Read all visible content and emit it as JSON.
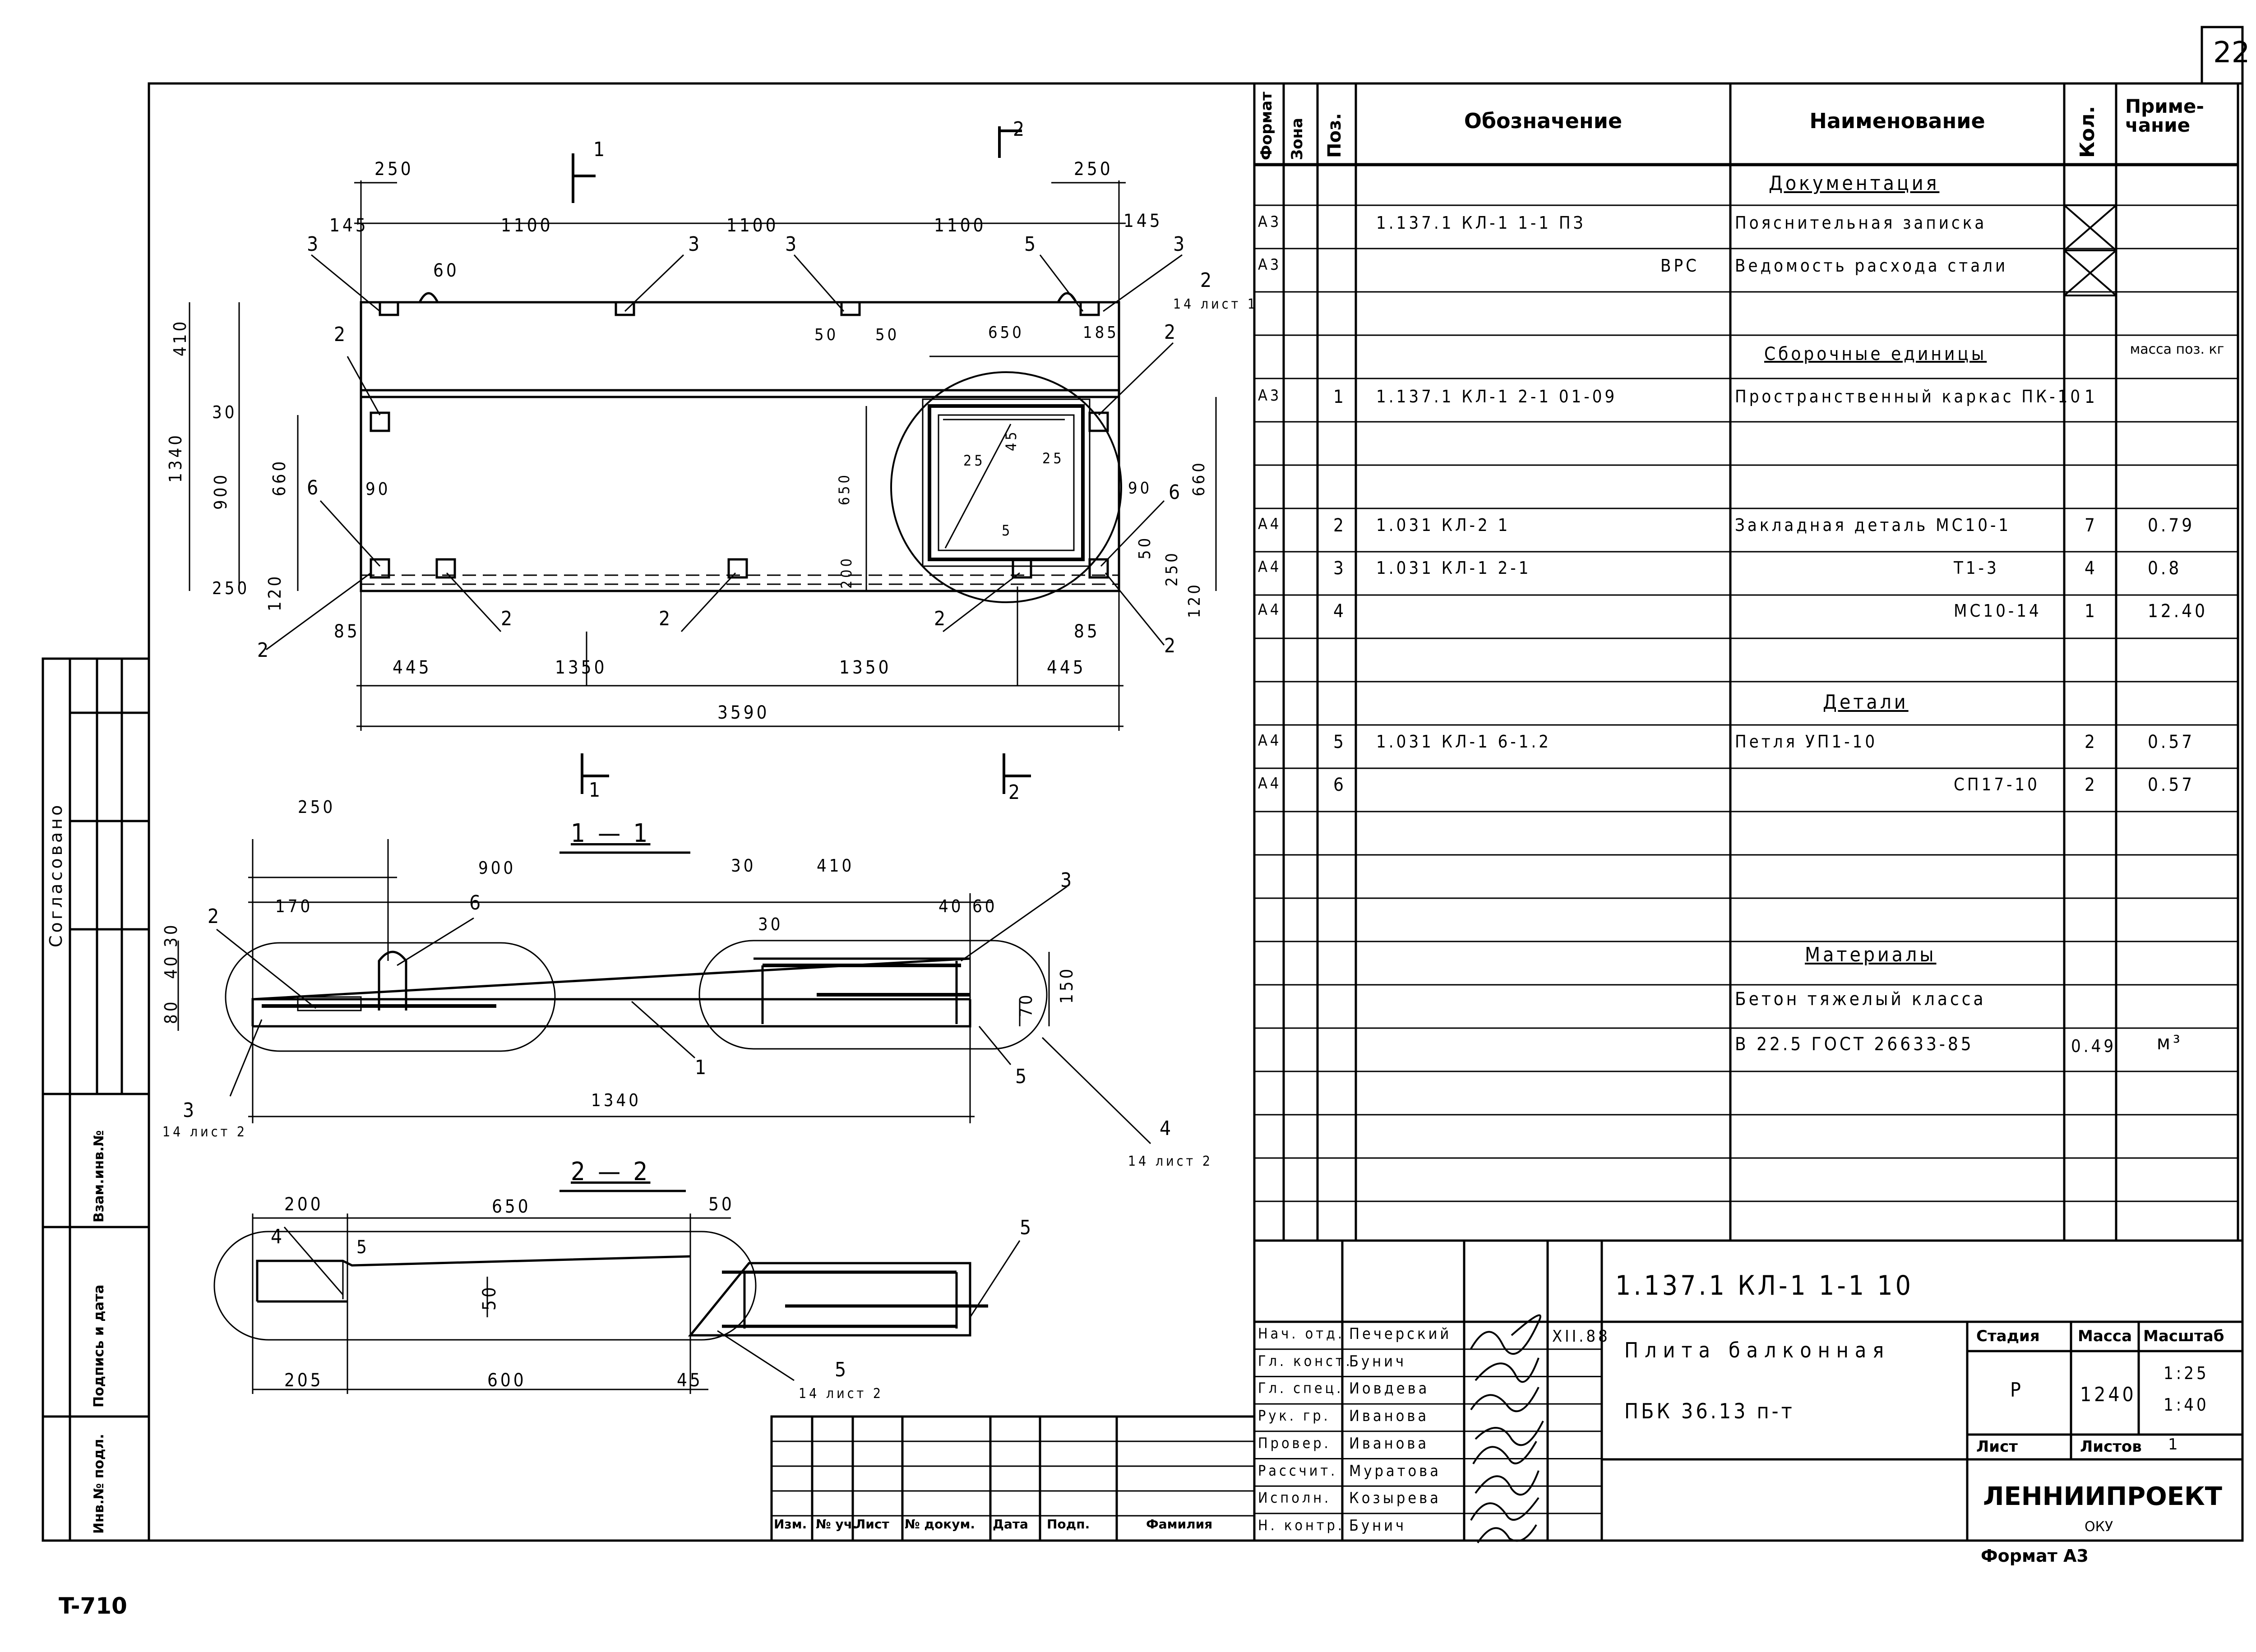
{
  "sheet_number": "22",
  "bottom_code": "T-710",
  "format_label": "Формат А3",
  "left_strip": {
    "agreed": "Согласовано",
    "inv_zam": "Взам.инв.№",
    "sign_date": "Подпись и дата",
    "inv_orig": "Инв.№ подл."
  },
  "spec": {
    "headers": {
      "format": "Формат",
      "zone": "Зона",
      "pos": "Поз.",
      "designation": "Обозначение",
      "name": "Наименование",
      "qty": "Кол.",
      "note": "Приме-чание"
    },
    "sections": {
      "documentation": "Документация",
      "assemblies": "Сборочные единицы",
      "details": "Детали",
      "materials": "Материалы"
    },
    "mass_note": "масса поз. кг",
    "rows": [
      {
        "format": "А3",
        "pos": "",
        "designation": "1.137.1  КЛ-1  1-1  ПЗ",
        "name": "Пояснительная записка",
        "qty": "",
        "note": ""
      },
      {
        "format": "А3",
        "pos": "",
        "designation": "ВРС",
        "name": "Ведомость расхода стали",
        "qty": "",
        "note": ""
      },
      {
        "format": "А3",
        "pos": "1",
        "designation": "1.137.1  КЛ-1  2-1  01-09",
        "name": "Пространственный каркас  ПК-10",
        "qty": "1",
        "note": ""
      },
      {
        "format": "А4",
        "pos": "2",
        "designation": "1.031  КЛ-2  1",
        "name": "Закладная деталь  МС10-1",
        "qty": "7",
        "note": "0.79"
      },
      {
        "format": "А4",
        "pos": "3",
        "designation": "1.031  КЛ-1  2-1",
        "name": "Т1-3",
        "qty": "4",
        "note": "0.8"
      },
      {
        "format": "А4",
        "pos": "4",
        "designation": "",
        "name": "МС10-14",
        "qty": "1",
        "note": "12.40"
      },
      {
        "format": "А4",
        "pos": "5",
        "designation": "1.031  КЛ-1  6-1.2",
        "name": "Петля            УП1-10",
        "qty": "2",
        "note": "0.57"
      },
      {
        "format": "А4",
        "pos": "6",
        "designation": "",
        "name": "СП17-10",
        "qty": "2",
        "note": "0.57"
      }
    ],
    "material_lines": [
      "Бетон тяжелый класса",
      "В 22.5  ГОСТ 26633-85"
    ],
    "material_qty": "0.49",
    "material_unit": "м³"
  },
  "title_block": {
    "code": "1.137.1   КЛ-1     1-1         10",
    "name_line1": "Плита балконная",
    "name_line2": "ПБК 36.13 п-т",
    "stage_label": "Стадия",
    "mass_label": "Масса",
    "scale_label": "Масштаб",
    "stage": "Р",
    "mass": "1240",
    "scale1": "1:25",
    "scale2": "1:40",
    "sheet_label": "Лист",
    "sheets_label": "Листов",
    "sheets": "1",
    "org": "ЛЕННИИПРОЕКТ",
    "org_dept": "ОКУ",
    "date": "XII.88",
    "persons": [
      {
        "role": "Нач. отд.",
        "name": "Печерский"
      },
      {
        "role": "Гл. конст.",
        "name": "Бунич"
      },
      {
        "role": "Гл. спец.",
        "name": "Иовдева"
      },
      {
        "role": "Рук. гр.",
        "name": "Иванова"
      },
      {
        "role": "Провер.",
        "name": "Иванова"
      },
      {
        "role": "Рассчит.",
        "name": "Муратова"
      },
      {
        "role": "Исполн.",
        "name": "Козырева"
      },
      {
        "role": "Н. контр.",
        "name": "Бунич"
      }
    ],
    "rev_headers": [
      "Изм.",
      "№ уч.",
      "Лист",
      "№ докум.",
      "Дата",
      "Подп.",
      "Фамилия"
    ]
  },
  "drawing": {
    "section11": "1 — 1",
    "section22": "2 — 2",
    "plan_dims_top": [
      "250",
      "145",
      "1100",
      "1100",
      "1100",
      "250",
      "145",
      "60"
    ],
    "plan_dims_mid": [
      "50",
      "50",
      "650",
      "185"
    ],
    "plan_dims_left": [
      "1340",
      "410",
      "30",
      "900",
      "660",
      "250",
      "120",
      "90"
    ],
    "plan_dims_right": [
      "660",
      "90",
      "50",
      "250",
      "120"
    ],
    "plan_dims_bottom": [
      "85",
      "445",
      "1350",
      "1350",
      "445",
      "85",
      "3590"
    ],
    "plan_inner": [
      "25",
      "45",
      "25",
      "5",
      "650",
      "200"
    ],
    "plan_callouts": [
      "3",
      "3",
      "3",
      "5",
      "3",
      "2",
      "2",
      "2",
      "6",
      "6",
      "2",
      "2",
      "2",
      "2",
      "2",
      "1",
      "1",
      "2",
      "2"
    ],
    "plan_sheet_ref": "14 лист 1",
    "s11_dims": [
      "250",
      "900",
      "170",
      "30",
      "410",
      "30",
      "40",
      "60",
      "30",
      "40",
      "80",
      "150",
      "70",
      "1340"
    ],
    "s11_callouts": [
      "2",
      "6",
      "3",
      "1",
      "5",
      "3",
      "4"
    ],
    "s11_refs": [
      "14 лист 2",
      "14 лист 2"
    ],
    "s22_dims": [
      "200",
      "650",
      "50",
      "5",
      "50",
      "205",
      "600",
      "45"
    ],
    "s22_callouts": [
      "4",
      "5",
      "5"
    ],
    "s22_ref": "14 лист 2"
  }
}
